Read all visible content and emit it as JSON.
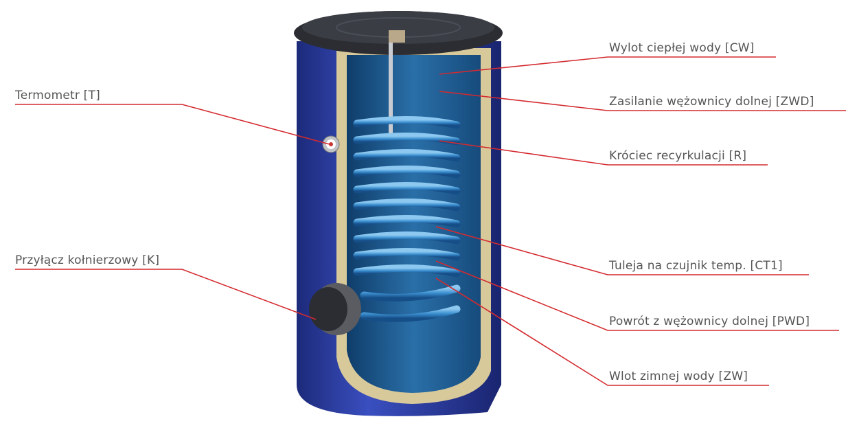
{
  "labels": {
    "cw": "Wylot ciepłej wody [CW]",
    "zwd": "Zasilanie wężownicy dolnej [ZWD]",
    "r": "Króciec recyrkulacji [R]",
    "ct1": "Tuleja na czujnik temp. [CT1]",
    "pwd": "Powrót z wężownicy dolnej [PWD]",
    "zw": "Wlot zimnej wody [ZW]",
    "t": "Termometr [T]",
    "k": "Przyłącz kołnierzowy [K]"
  },
  "colors": {
    "leader": "#d42a2f",
    "text": "#555555",
    "shell": "#2a3a9c",
    "insulation": "#d8c99a",
    "inner": "#1f5f96",
    "coil": "#3b8fd0"
  }
}
